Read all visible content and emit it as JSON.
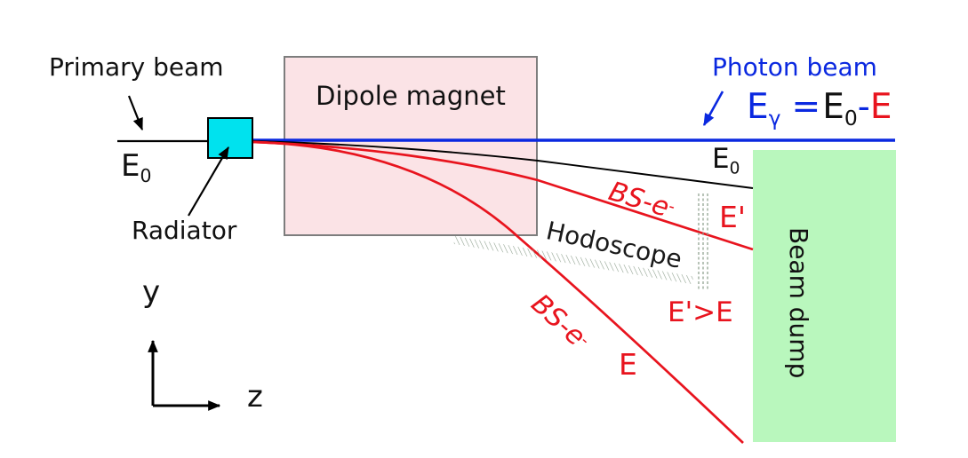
{
  "diagram": {
    "title_context": "Bremsstrahlung photon tagging setup",
    "labels": {
      "primary_beam": "Primary beam",
      "e0_left": {
        "base": "E",
        "sub": "0"
      },
      "radiator": "Radiator",
      "dipole_magnet": "Dipole magnet",
      "photon_beam": "Photon beam",
      "formula": {
        "e_gamma_base": "E",
        "gamma_sub": "γ",
        "equals": "=",
        "e0_base": "E",
        "zero_sub": "0",
        "minus": "-",
        "e_red": "E"
      },
      "e0_right": {
        "base": "E",
        "sub": "0"
      },
      "bs_e_upper": {
        "base": "BS-e",
        "sup": "-"
      },
      "e_prime": "E'",
      "hodoscope": "Hodoscope",
      "e_prime_gt_e": "E'>E",
      "bs_e_lower": {
        "base": "BS-e",
        "sup": "-"
      },
      "e_lower": "E",
      "beam_dump": "Beam dump",
      "axis_y": "y",
      "axis_z": "z"
    },
    "colors": {
      "photon_beam_blue": "#0a28e0",
      "electron_track_red": "#e8141e",
      "radiator_cyan": "#00e2ee",
      "magnet_fill_pink": "#fbe3e6",
      "magnet_border_gray": "#7d7d7d",
      "beam_dump_green": "#b9f7bd",
      "hodoscope_hatch": "#8a9c8a",
      "ink": "#111111",
      "background": "#ffffff"
    }
  }
}
